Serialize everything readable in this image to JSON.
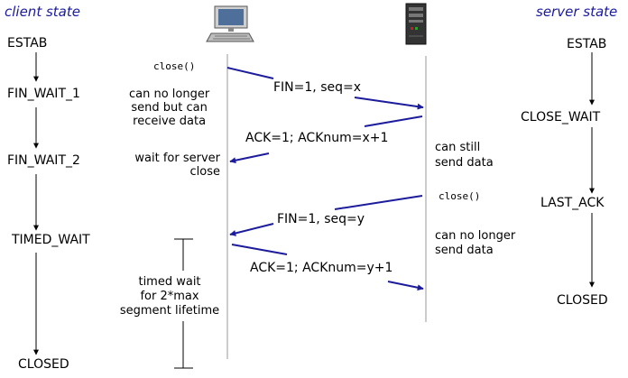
{
  "headers": {
    "client": "client state",
    "server": "server state"
  },
  "client_states": [
    "ESTAB",
    "FIN_WAIT_1",
    "FIN_WAIT_2",
    "TIMED_WAIT",
    "CLOSED"
  ],
  "server_states": [
    "ESTAB",
    "CLOSE_WAIT",
    "LAST_ACK",
    "CLOSED"
  ],
  "calls": {
    "client_close": "close()",
    "server_close": "close()"
  },
  "messages": {
    "fin_x": "FIN=1, seq=x",
    "ack_x": "ACK=1; ACKnum=x+1",
    "fin_y": "FIN=1, seq=y",
    "ack_y": "ACK=1; ACKnum=y+1"
  },
  "notes": {
    "client_no_send": "can no longer\nsend but can\nreceive data",
    "client_wait": "wait for server\nclose",
    "server_can_send": "can still\nsend data",
    "server_no_send": "can no longer\nsend data",
    "timed_wait": "timed wait\nfor 2*max\nsegment lifetime"
  },
  "colors": {
    "header": "#1a1aa0",
    "arrow": "#1c1c9c",
    "timeline": "#999999",
    "state_arrow": "#000000"
  },
  "icons": {
    "client": "desktop-computer-icon",
    "server": "server-tower-icon"
  }
}
